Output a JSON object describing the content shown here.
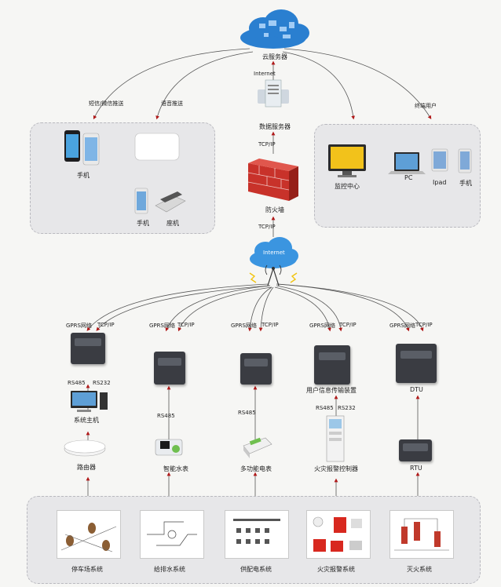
{
  "top": {
    "cloud_label": "云服务器",
    "internet_label": "Internet",
    "data_server_label": "数据服务器",
    "tcpip_upper": "TCP/IP",
    "firewall_label": "防火墙",
    "tcpip_lower": "TCP/IP",
    "internet_cloud_text": "Internet"
  },
  "arrows": {
    "sms": "短信/微信推送",
    "voice": "语音推送",
    "terminal": "终端用户"
  },
  "left_panel": {
    "phone1": "手机",
    "phone2": "手机",
    "landline": "座机"
  },
  "right_panel": {
    "monitor": "监控中心",
    "pc": "PC",
    "ipad": "Ipad",
    "phone": "手机"
  },
  "columns": [
    {
      "net": "GPRS网络",
      "tcp": "TCP/IP",
      "bus1": "RS485",
      "bus2": "RS232",
      "host": "系统主机",
      "device": "路由器",
      "system": "停车场系统"
    },
    {
      "net": "GPRS网络",
      "tcp": "TCP/IP",
      "bus1": "RS485",
      "device": "智能水表",
      "system": "给排水系统"
    },
    {
      "net": "GPRS网络",
      "tcp": "TCP/IP",
      "bus1": "RS485",
      "device": "多功能电表",
      "system": "供配电系统"
    },
    {
      "net": "GPRS网络",
      "tcp": "TCP/IP",
      "unit": "用户信息传输装置",
      "bus1": "RS485",
      "bus2": "RS232",
      "device": "火灾报警控制器",
      "system": "火灾报警系统"
    },
    {
      "net": "GPRS网络",
      "tcp": "TCP/IP",
      "unit": "DTU",
      "device": "RTU",
      "system": "灭火系统"
    }
  ],
  "colors": {
    "arrow": "#b01818",
    "line": "#444",
    "cloud": "#2a7fd0",
    "firewall": "#c8322a",
    "panel": "#e7e7e9"
  }
}
